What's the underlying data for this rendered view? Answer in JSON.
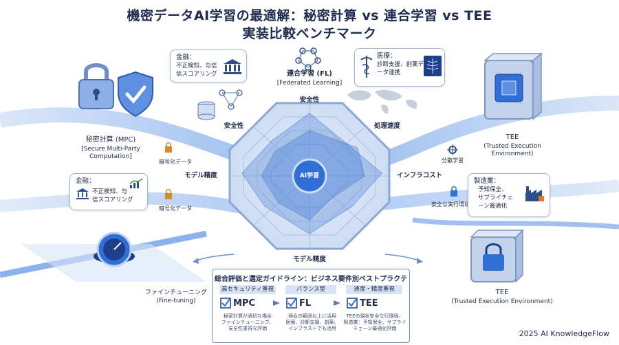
{
  "title": {
    "line1": "機密データAI学習の最適解：秘密計算 vs 連合学習 vs TEE",
    "line2": "実装比較ベンチマーク"
  },
  "radar": {
    "center": "AI学習",
    "axes": {
      "top": "安全性",
      "top_left": "安全性",
      "top_right": "処理速度",
      "left": "モデル精度",
      "right": "インフラコスト",
      "bottom": "モデル精度"
    }
  },
  "mpc": {
    "name": "秘密計算 (MPC)",
    "sub1": "[Secure Multi-Party",
    "sub2": "Computation]"
  },
  "fl": {
    "name": "連合学習 (FL)",
    "sub": "[Federated Learning]"
  },
  "tee_top": {
    "name": "TEE",
    "sub1": "(Trusted Execution",
    "sub2": "Environment)"
  },
  "tee_bottom": {
    "name": "TEE",
    "sub": "(Trusted Execution Environment)"
  },
  "labels": {
    "encrypted1": "暗号化データ",
    "encrypted2": "暗号化データ",
    "distributed": "分散学習",
    "secure_env": "安全な実行環境",
    "finetune": "ファインチューニング",
    "finetune_en": "(Fine-tuning)"
  },
  "cards": {
    "finance_top": {
      "title": "金融：",
      "line1": "不正検知、与信",
      "line2": "信スコアリング"
    },
    "medical": {
      "title": "医療：",
      "line1": "診断支援、創薬デ",
      "line2": "ータ連携"
    },
    "finance_left": {
      "title": "金融：",
      "line1": "不正検知、与",
      "line2": "信スコアリング"
    },
    "manufacturing": {
      "title": "製造業：",
      "line1": "予知保全、",
      "line2": "サプライチェ",
      "line3": "ーン最適化"
    }
  },
  "guide": {
    "title": "総合評価と選定ガイドライン：ビジネス要件別ベストプラクティス",
    "col1": "高セキュリティ重視",
    "col2": "バランス型",
    "col3": "速度・精度重視",
    "c1": "MPC",
    "c2": "FL",
    "c3": "TEE",
    "n1a": "秘密計算が適切な場合",
    "n1b": "ファインチューニング、",
    "n1c": "安全性重視な評価",
    "n2a": "適合の範囲以上に活用",
    "n2b": "医療、診断支援、創薬、",
    "n2c": "インフラストでも活用",
    "n3a": "TEEの現状安全な行環境、",
    "n3b": "製造業：予知保全、サプライ",
    "n3c": "チェーン最適化評価"
  },
  "credit": "2025 AI KnowledgeFlow",
  "colors": {
    "accent": "#2f6fd6",
    "deep": "#1d3f8a",
    "flow": "#4c8fe8",
    "radar_fill": "#7ea6e6",
    "title": "#1d2b4f"
  },
  "icons": [
    "padlock-icon",
    "shield-check-icon",
    "bank-icon",
    "database-icon",
    "molecule-network-icon",
    "caduceus-icon",
    "xray-icon",
    "world-map-icon",
    "server-chip-icon",
    "gear-network-icon",
    "lock-safe-icon",
    "factory-icon",
    "gauge-dial-icon",
    "chart-icon"
  ]
}
